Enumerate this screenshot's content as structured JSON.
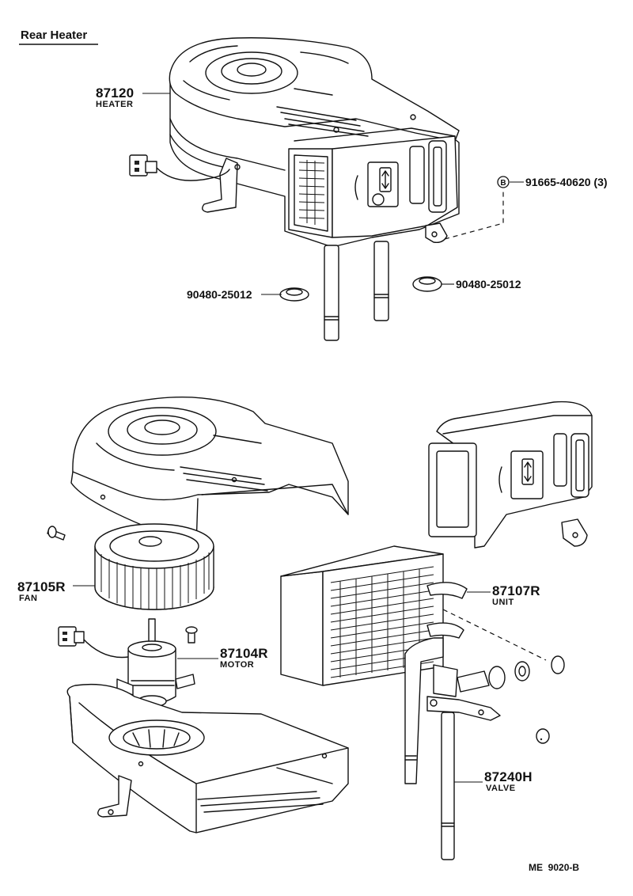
{
  "title": "Rear Heater",
  "footer_code": "ME  9020-B",
  "callout_symbol": "B",
  "parts": [
    {
      "id": "heater",
      "number": "87120",
      "name": "HEATER"
    },
    {
      "id": "bolt",
      "number": "91665-40620 (3)",
      "name": ""
    },
    {
      "id": "grommet-left",
      "number": "90480-25012",
      "name": ""
    },
    {
      "id": "grommet-right",
      "number": "90480-25012",
      "name": ""
    },
    {
      "id": "fan",
      "number": "87105R",
      "name": "FAN"
    },
    {
      "id": "unit",
      "number": "87107R",
      "name": "UNIT"
    },
    {
      "id": "motor",
      "number": "87104R",
      "name": "MOTOR"
    },
    {
      "id": "valve",
      "number": "87240H",
      "name": "VALVE"
    }
  ]
}
